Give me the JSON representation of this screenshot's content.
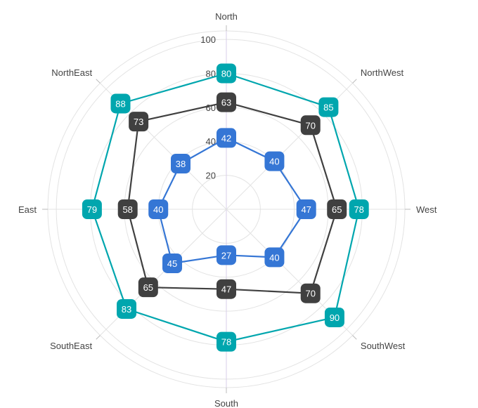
{
  "chart_data": {
    "type": "radar",
    "categories": [
      "North",
      "NorthWest",
      "West",
      "SouthWest",
      "South",
      "SouthEast",
      "East",
      "NorthEast"
    ],
    "radial_ticks": [
      "20",
      "40",
      "60",
      "80",
      "100"
    ],
    "rlim": [
      0,
      105
    ],
    "grid": true,
    "series": [
      {
        "color": "#00A6AE",
        "values": [
          80,
          85,
          78,
          90,
          78,
          83,
          79,
          88
        ]
      },
      {
        "color": "#404040",
        "values": [
          63,
          70,
          65,
          70,
          47,
          65,
          58,
          73
        ]
      },
      {
        "color": "#3576D5",
        "values": [
          42,
          40,
          47,
          40,
          27,
          45,
          40,
          38
        ]
      }
    ]
  }
}
